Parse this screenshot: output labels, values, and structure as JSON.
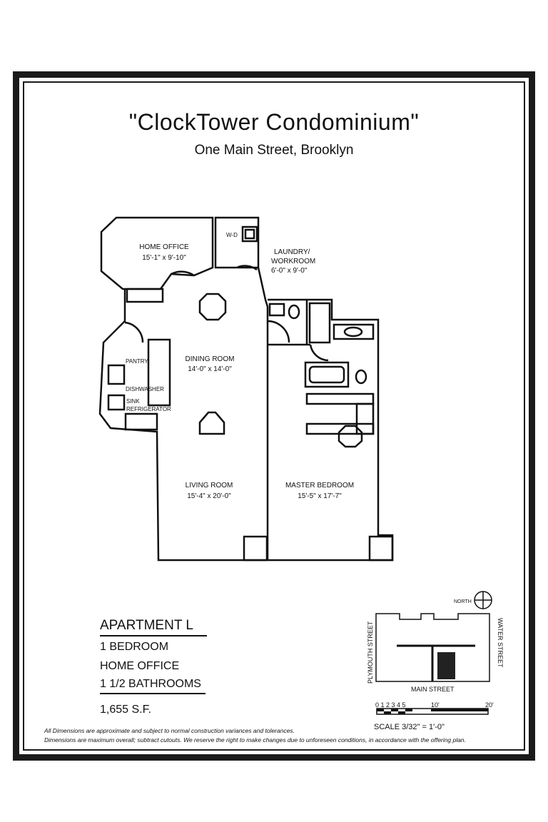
{
  "header": {
    "title": "\"ClockTower Condominium\"",
    "address": "One Main Street, Brooklyn"
  },
  "rooms": {
    "home_office": {
      "name": "HOME OFFICE",
      "size": "15'-1\" x 9'-10\""
    },
    "laundry": {
      "name_line1": "LAUNDRY/",
      "name_line2": "WORKROOM",
      "size": "6'-0\" x 9'-0\"",
      "wd": "W-D"
    },
    "dining": {
      "name": "DINING ROOM",
      "size": "14'-0\" x 14'-0\""
    },
    "living": {
      "name": "LIVING ROOM",
      "size": "15'-4\" x 20'-0\""
    },
    "master": {
      "name": "MASTER BEDROOM",
      "size": "15'-5\" x 17'-7\""
    },
    "kitchen": {
      "pantry": "PANTRY",
      "dishwasher": "DISHWASHER",
      "sink": "SINK",
      "refrigerator": "REFRIGERATOR"
    }
  },
  "apartment": {
    "name": "APARTMENT L",
    "bedrooms": "1 BEDROOM",
    "office": "HOME OFFICE",
    "bathrooms": "1 1/2 BATHROOMS",
    "area": "1,655 S.F."
  },
  "site_map": {
    "north": "NORTH",
    "left_street": "PLYMOUTH STREET",
    "right_street": "WATER STREET",
    "bottom_street": "MAIN STREET"
  },
  "scale_bar": {
    "ticks_small": "0 1 2 3 4 5",
    "tick_10": "10'",
    "tick_20": "20'",
    "scale_text": "SCALE 3/32\" = 1'-0\""
  },
  "disclaimer": {
    "line1": "All Dimensions are approximate and subject to normal construction variances and tolerances.",
    "line2": "Dimensions are maximum overall; subtract cutouts.  We reserve the right to make changes due to unforeseen conditions, in accordance with the offering plan."
  }
}
